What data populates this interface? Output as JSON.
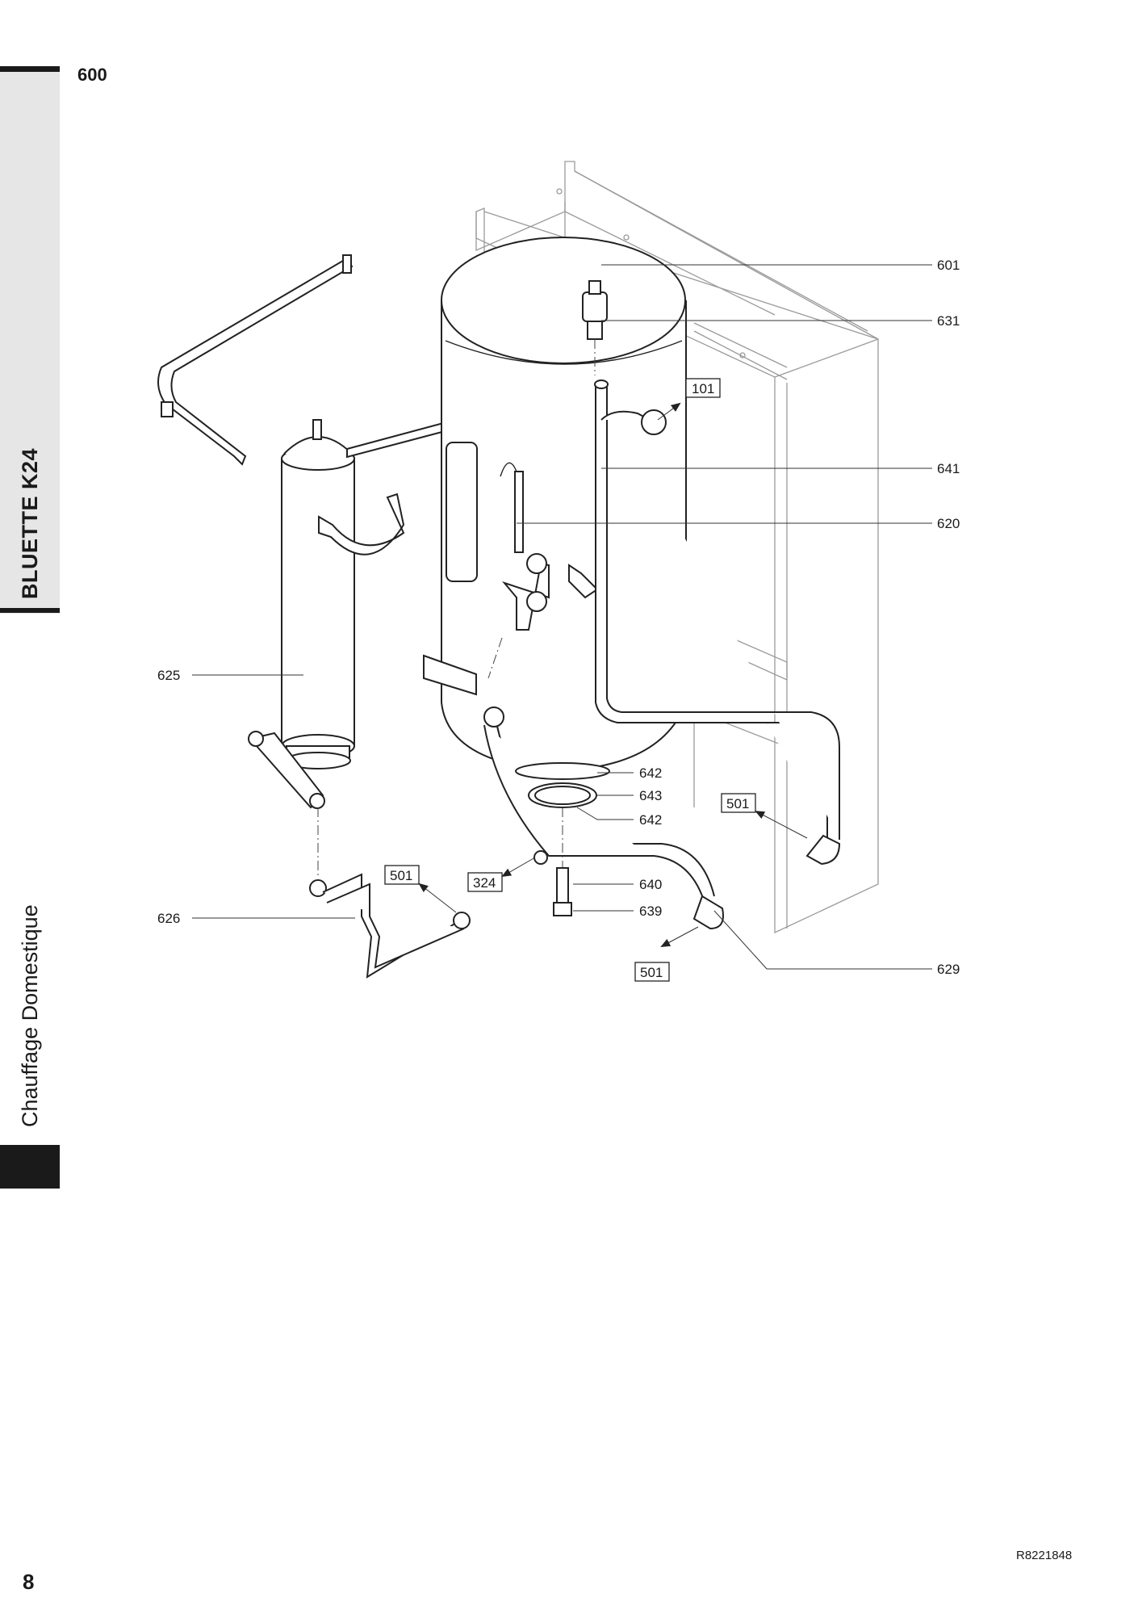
{
  "page": {
    "section_number": "600",
    "page_number": "8",
    "reference_code": "R8221848",
    "side_model": "BLUETTE K24",
    "side_company": "Chauffage Domestique"
  },
  "callouts": [
    {
      "id": "601",
      "text": "601"
    },
    {
      "id": "631",
      "text": "631"
    },
    {
      "id": "641",
      "text": "641"
    },
    {
      "id": "620",
      "text": "620"
    },
    {
      "id": "625",
      "text": "625"
    },
    {
      "id": "642a",
      "text": "642"
    },
    {
      "id": "643",
      "text": "643"
    },
    {
      "id": "642b",
      "text": "642"
    },
    {
      "id": "640",
      "text": "640"
    },
    {
      "id": "639",
      "text": "639"
    },
    {
      "id": "626",
      "text": "626"
    },
    {
      "id": "629",
      "text": "629"
    }
  ],
  "boxed_refs": [
    {
      "id": "101",
      "text": "101"
    },
    {
      "id": "501a",
      "text": "501"
    },
    {
      "id": "501b",
      "text": "501"
    },
    {
      "id": "501c",
      "text": "501"
    },
    {
      "id": "324",
      "text": "324"
    }
  ],
  "colors": {
    "ink": "#1a1a1a",
    "side_strip": "#e6e6e6",
    "frame": "#9a9a9a"
  }
}
